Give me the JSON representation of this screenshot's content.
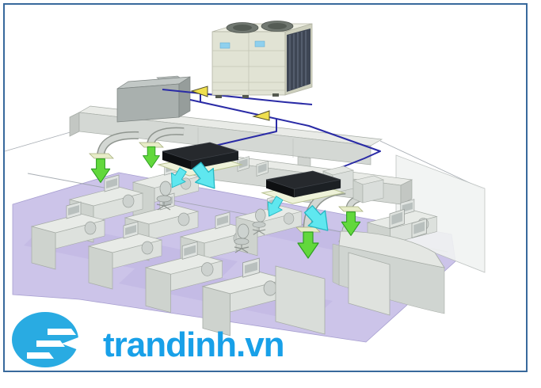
{
  "frame": {
    "border_color": "#38699c",
    "background_color": "#ffffff"
  },
  "watermark": {
    "logo_icon": "stairs-logo-icon",
    "logo_color": "#29abe2",
    "text": "trandinh.vn",
    "text_color": "#18a0e8"
  },
  "diagram": {
    "description": "3D illustration of a VRV air-conditioning system: one outdoor unit on the roof, navy refrigerant piping, a long supply duct with drop elbows, two black ducted indoor units blowing cool air over an open-plan office with desks, chairs and a reception counter on a lavender floor.",
    "colors": {
      "refrigerant_pipe": "#2a2ba6",
      "flow_arrow_yellow": "#efdf4e",
      "supply_air_arrow_green": "#62d83c",
      "cool_air_arrow_cyan": "#5fe7ef",
      "duct_gray": "#d4d8d4",
      "indoor_unit_black": "#17191c",
      "indoor_unit_base_plate": "#eef2d9",
      "outdoor_unit_body": "#e1e3d4",
      "outdoor_unit_grille": "#3e4654",
      "floor_lavender": "#ccc4e9",
      "furniture_gray": "#d6dad6",
      "wall_line": "#9aa0a8"
    },
    "components": [
      {
        "name": "outdoor-unit",
        "count": 1
      },
      {
        "name": "outdoor-unit-fan",
        "count": 2
      },
      {
        "name": "indoor-ducted-unit",
        "count": 2
      },
      {
        "name": "supply-duct-beam",
        "count": 2
      },
      {
        "name": "duct-drop-elbow",
        "count": 4
      },
      {
        "name": "refrigerant-flow-arrow-yellow",
        "count": 2
      },
      {
        "name": "supply-air-arrow-green",
        "count": 4
      },
      {
        "name": "cool-air-arrow-cyan",
        "count": 4
      },
      {
        "name": "office-desk",
        "count": 10
      },
      {
        "name": "office-chair",
        "count": 5
      },
      {
        "name": "partition-screen",
        "count": 2
      },
      {
        "name": "reception-counter",
        "count": 1
      }
    ]
  }
}
